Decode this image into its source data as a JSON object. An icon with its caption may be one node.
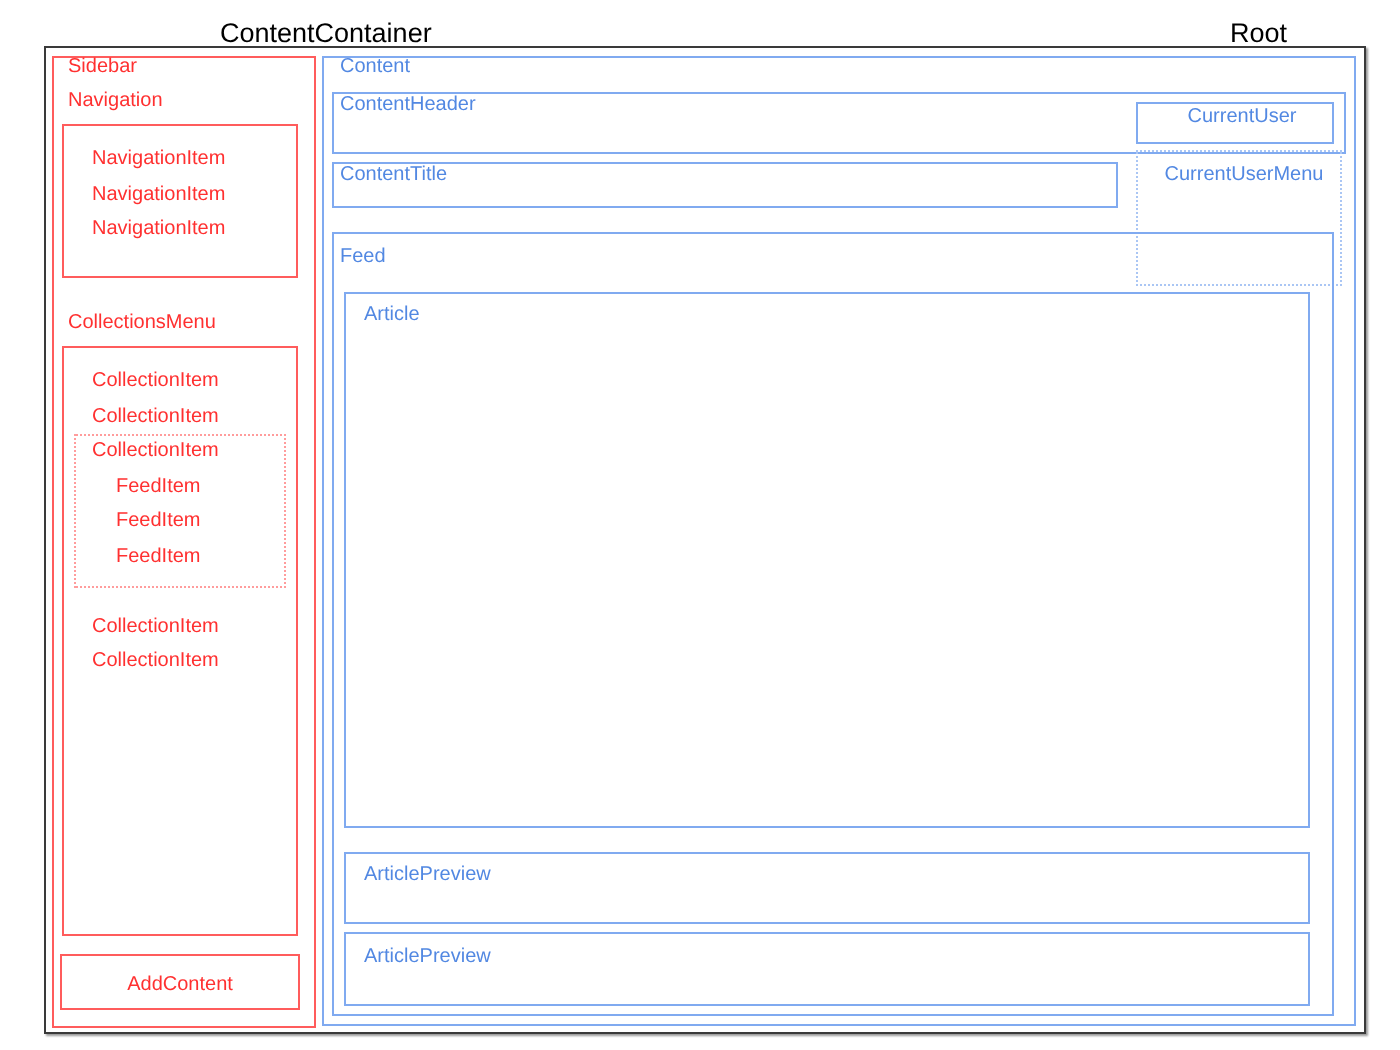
{
  "diagram": {
    "nodes": [
      {
        "text": [
          "ContentContainer",
          "Root"
        ]
      },
      {
        "text": [
          "Sidebar"
        ],
        "in": 0
      },
      {
        "text": [
          "Navigation",
          "NavigationItem",
          "NavigationItem",
          "NavigationItem"
        ],
        "in": 1
      },
      {
        "text": [
          "CollectionsMenu",
          "CollectionItem",
          "CollectionItem",
          "CollectionItem",
          "CollectionItem"
        ],
        "in": 1
      },
      {
        "text": [
          "CollectionItem",
          "FeedItem",
          "FeedItem",
          "FeedItem"
        ],
        "in": 3
      },
      {
        "text": [
          "AddContent"
        ],
        "in": 1
      },
      {
        "text": [
          "Content"
        ],
        "in": 0
      },
      {
        "text": [
          "ContentHeader"
        ],
        "in": 6
      },
      {
        "text": [
          "CurrentUser"
        ],
        "in": 7
      },
      {
        "text": [
          "ContentTitle"
        ],
        "in": 6
      },
      {
        "text": [
          "CurrentUserMenu"
        ],
        "in": 6
      },
      {
        "text": [
          "Feed"
        ],
        "in": 6
      },
      {
        "text": [
          "Article"
        ],
        "in": 11
      },
      {
        "text": [
          "ArticlePreview"
        ],
        "in": 11
      },
      {
        "text": [
          "ArticlePreview"
        ],
        "in": 11
      }
    ]
  }
}
